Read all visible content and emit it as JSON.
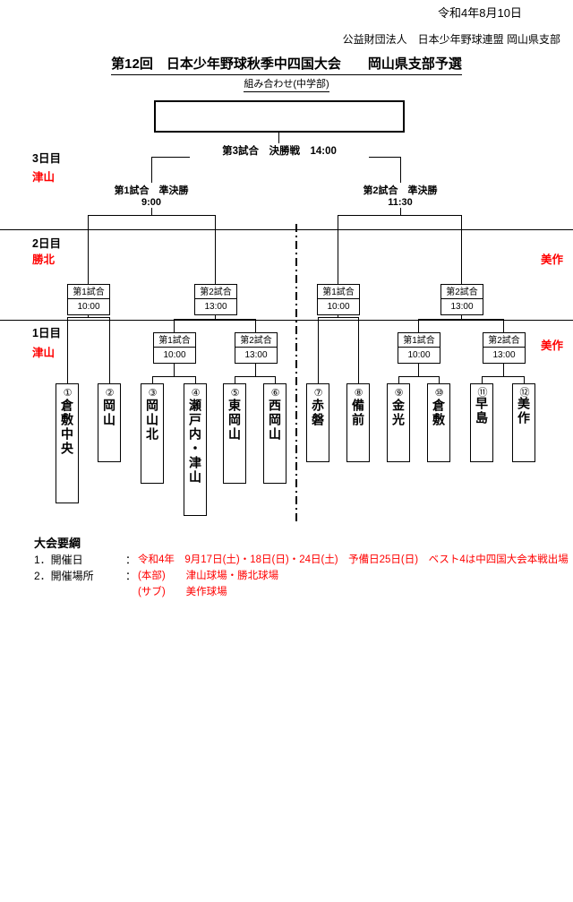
{
  "page": {
    "date": "令和4年8月10日",
    "org": "公益財団法人　日本少年野球連盟 岡山県支部",
    "title": "第12回　日本少年野球秋季中四国大会　　岡山県支部予選",
    "subtitle": "組み合わせ(中学部)"
  },
  "bracket": {
    "final_label": "第3試合　決勝戦　14:00",
    "sf_left": {
      "label": "第1試合　準決勝",
      "time": "9:00"
    },
    "sf_right": {
      "label": "第2試合　準決勝",
      "time": "11:30"
    },
    "days": [
      {
        "label": "3日目",
        "venue": "津山"
      },
      {
        "label": "2日目",
        "venue": "勝北",
        "venue_right": "美作"
      },
      {
        "label": "1日目",
        "venue": "津山",
        "venue_right": "美作"
      }
    ],
    "games": {
      "d2_l1": {
        "label": "第1試合",
        "time": "10:00"
      },
      "d2_l2": {
        "label": "第2試合",
        "time": "13:00"
      },
      "d2_r1": {
        "label": "第1試合",
        "time": "10:00"
      },
      "d2_r2": {
        "label": "第2試合",
        "time": "13:00"
      },
      "d1_l1": {
        "label": "第1試合",
        "time": "10:00"
      },
      "d1_l2": {
        "label": "第2試合",
        "time": "13:00"
      },
      "d1_r1": {
        "label": "第1試合",
        "time": "10:00"
      },
      "d1_r2": {
        "label": "第2試合",
        "time": "13:00"
      }
    },
    "teams": [
      {
        "seed": "①",
        "name": "倉敷中央"
      },
      {
        "seed": "②",
        "name": "岡山"
      },
      {
        "seed": "③",
        "name": "岡山北"
      },
      {
        "seed": "④",
        "name": "瀬戸内・津山"
      },
      {
        "seed": "⑤",
        "name": "東岡山"
      },
      {
        "seed": "⑥",
        "name": "西岡山"
      },
      {
        "seed": "⑦",
        "name": "赤磐"
      },
      {
        "seed": "⑧",
        "name": "備前"
      },
      {
        "seed": "⑨",
        "name": "金光"
      },
      {
        "seed": "⑩",
        "name": "倉敷"
      },
      {
        "seed": "⑪",
        "name": "早島"
      },
      {
        "seed": "⑫",
        "name": "美作"
      }
    ]
  },
  "footer": {
    "heading": "大会要綱",
    "items": [
      {
        "label": "1．開催日",
        "sep": "：",
        "value": "令和4年　9月17日(土)・18日(日)・24日(土)　予備日25日(日)　ベスト4は中四国大会本戦出場"
      },
      {
        "label": "2．開催場所",
        "sep": "：",
        "value": "(本部)　　津山球場・勝北球場"
      },
      {
        "label": "",
        "sep": "",
        "value": "(サブ)　　美作球場"
      }
    ]
  },
  "colors": {
    "accent_red": "#ff0000",
    "line_black": "#000000"
  }
}
